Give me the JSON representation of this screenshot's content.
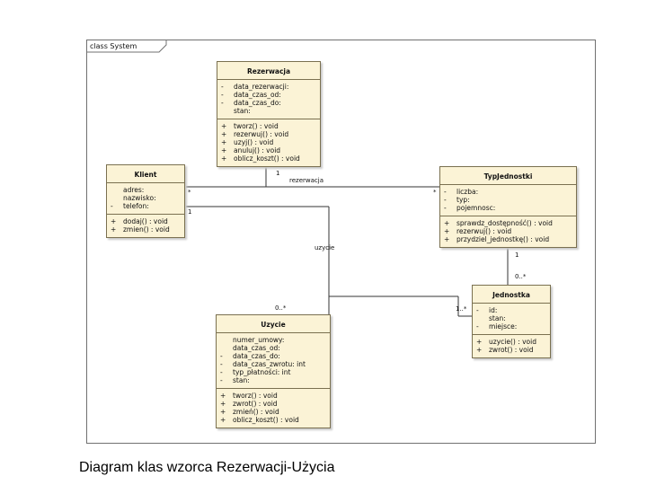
{
  "frame": {
    "label": "class System"
  },
  "classes": {
    "rezerwacja": {
      "name": "Rezerwacja",
      "attributes": [
        {
          "vis": "-",
          "text": "data_rezerwacji:"
        },
        {
          "vis": "-",
          "text": "data_czas_od:"
        },
        {
          "vis": "-",
          "text": "data_czas_do:"
        },
        {
          "vis": "",
          "text": "stan:"
        }
      ],
      "operations": [
        {
          "vis": "+",
          "text": "tworz() : void"
        },
        {
          "vis": "+",
          "text": "rezerwuj() : void"
        },
        {
          "vis": "+",
          "text": "uzyj() : void"
        },
        {
          "vis": "+",
          "text": "anuluj() : void"
        },
        {
          "vis": "+",
          "text": "oblicz_koszt() : void"
        }
      ]
    },
    "klient": {
      "name": "Klient",
      "attributes": [
        {
          "vis": "",
          "text": "adres:"
        },
        {
          "vis": "",
          "text": "nazwisko:"
        },
        {
          "vis": "-",
          "text": "telefon:"
        }
      ],
      "operations": [
        {
          "vis": "+",
          "text": "dodaj() : void"
        },
        {
          "vis": "+",
          "text": "zmien() : void"
        }
      ]
    },
    "typjednostki": {
      "name": "TypJednostki",
      "attributes": [
        {
          "vis": "-",
          "text": "liczba:"
        },
        {
          "vis": "-",
          "text": "typ:"
        },
        {
          "vis": "-",
          "text": "pojemnosc:"
        }
      ],
      "operations": [
        {
          "vis": "+",
          "text": "sprawdz_dostępność() : void"
        },
        {
          "vis": "+",
          "text": "rezerwuj() : void"
        },
        {
          "vis": "+",
          "text": "przydziel_jednostkę() : void"
        }
      ]
    },
    "jednostka": {
      "name": "Jednostka",
      "attributes": [
        {
          "vis": "-",
          "text": "id:"
        },
        {
          "vis": "",
          "text": "stan:"
        },
        {
          "vis": "-",
          "text": "miejsce:"
        }
      ],
      "operations": [
        {
          "vis": "+",
          "text": "uzycie() : void"
        },
        {
          "vis": "+",
          "text": "zwrot() : void"
        }
      ]
    },
    "uzycie": {
      "name": "Uzycie",
      "attributes": [
        {
          "vis": "",
          "text": "numer_umowy:"
        },
        {
          "vis": "",
          "text": "data_czas_od:"
        },
        {
          "vis": "-",
          "text": "data_czas_do:"
        },
        {
          "vis": "-",
          "text": "data_czas_zwrotu: int"
        },
        {
          "vis": "-",
          "text": "typ_płatności: int"
        },
        {
          "vis": "-",
          "text": "stan:"
        }
      ],
      "operations": [
        {
          "vis": "+",
          "text": "tworz() : void"
        },
        {
          "vis": "+",
          "text": "zwrot() : void"
        },
        {
          "vis": "+",
          "text": "zmień() : void"
        },
        {
          "vis": "+",
          "text": "oblicz_koszt() : void"
        }
      ]
    }
  },
  "associations": {
    "rezerwacja_label": "rezerwacja",
    "uzycie_label": "uzycie",
    "mult_rez_top": "1",
    "mult_klient_rez": "*",
    "mult_typ_rez": "*",
    "mult_klient_uzycie": "1",
    "mult_uzycie_klient": "0..*",
    "mult_typ_jedn_top": "1",
    "mult_typ_jedn_bottom": "0..*",
    "mult_jedn_uzycie": "1..*"
  },
  "caption": "Diagram klas wzorca Rezerwacji-Użycia"
}
